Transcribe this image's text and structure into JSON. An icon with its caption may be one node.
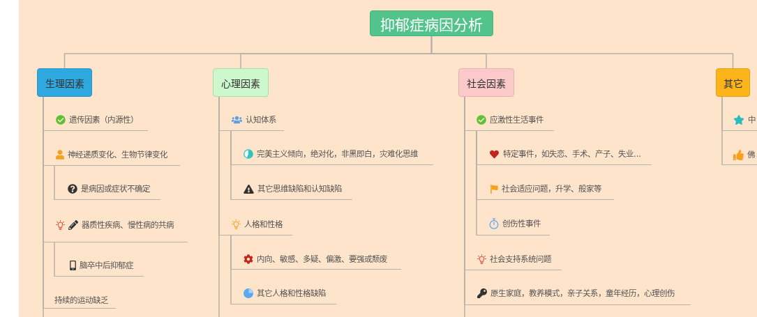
{
  "diagram": {
    "nodes": [
      {
        "text": [
          "抑郁症病因分析"
        ]
      },
      {
        "text": [
          "生理因素"
        ]
      },
      {
        "text": [
          "遗传因素（内源性）"
        ]
      },
      {
        "text": [
          "神经递质变化、生物节律变化"
        ]
      },
      {
        "text": [
          "是病因或症状不确定"
        ]
      },
      {
        "text": [
          "器质性疾病、慢性病的共病"
        ]
      },
      {
        "text": [
          "脑卒中后抑郁症"
        ]
      },
      {
        "text": [
          "持续的运动缺乏"
        ]
      },
      {
        "text": [
          "心理因素"
        ]
      },
      {
        "text": [
          "认知体系"
        ]
      },
      {
        "text": [
          "完美主义倾向，绝对化，非黑即白，灾难化思维"
        ]
      },
      {
        "text": [
          "其它思维缺陷和认知缺陷"
        ]
      },
      {
        "text": [
          "人格和性格"
        ]
      },
      {
        "text": [
          "内向、敏感、多疑、偏激、要强或颓废"
        ]
      },
      {
        "text": [
          "其它人格和性格缺陷"
        ]
      },
      {
        "text": [
          "社会因素"
        ]
      },
      {
        "text": [
          "应激性生活事件"
        ]
      },
      {
        "text": [
          "特定事件，如失恋、手术、产子、失业..."
        ]
      },
      {
        "text": [
          "社会适应问题，升学、般家等"
        ]
      },
      {
        "text": [
          "创伤性事件"
        ]
      },
      {
        "text": [
          "社会支持系统问题"
        ]
      },
      {
        "text": [
          "原生家庭，教养模式，亲子关系，童年经历，心理创伤"
        ]
      },
      {
        "text": [
          "其它"
        ]
      },
      {
        "text": [
          "中"
        ]
      },
      {
        "text": [
          "佛"
        ]
      }
    ],
    "edges": [
      {
        "from": 0,
        "to": 1,
        "arrow": "none"
      },
      {
        "from": 0,
        "to": 8,
        "arrow": "none"
      },
      {
        "from": 0,
        "to": 15,
        "arrow": "none"
      },
      {
        "from": 0,
        "to": 22,
        "arrow": "none"
      },
      {
        "from": 1,
        "to": 2,
        "arrow": "none"
      },
      {
        "from": 1,
        "to": 3,
        "arrow": "none"
      },
      {
        "from": 3,
        "to": 4,
        "arrow": "none"
      },
      {
        "from": 1,
        "to": 5,
        "arrow": "none"
      },
      {
        "from": 5,
        "to": 6,
        "arrow": "none"
      },
      {
        "from": 1,
        "to": 7,
        "arrow": "none"
      },
      {
        "from": 1,
        "to": null,
        "arrow": "none"
      },
      {
        "from": 8,
        "to": 9,
        "arrow": "none"
      },
      {
        "from": 9,
        "to": 10,
        "arrow": "none"
      },
      {
        "from": 9,
        "to": 11,
        "arrow": "none"
      },
      {
        "from": 8,
        "to": 12,
        "arrow": "none"
      },
      {
        "from": 12,
        "to": 13,
        "arrow": "none"
      },
      {
        "from": 12,
        "to": 14,
        "arrow": "none"
      },
      {
        "from": 8,
        "to": null,
        "arrow": "none"
      },
      {
        "from": 15,
        "to": 16,
        "arrow": "none"
      },
      {
        "from": 16,
        "to": 17,
        "arrow": "none"
      },
      {
        "from": 16,
        "to": 18,
        "arrow": "none"
      },
      {
        "from": 16,
        "to": 19,
        "arrow": "none"
      },
      {
        "from": 15,
        "to": 20,
        "arrow": "none"
      },
      {
        "from": 15,
        "to": 21,
        "arrow": "none"
      },
      {
        "from": 15,
        "to": null,
        "arrow": "none"
      },
      {
        "from": 22,
        "to": 23,
        "arrow": "none"
      },
      {
        "from": 22,
        "to": 24,
        "arrow": "none"
      }
    ]
  }
}
